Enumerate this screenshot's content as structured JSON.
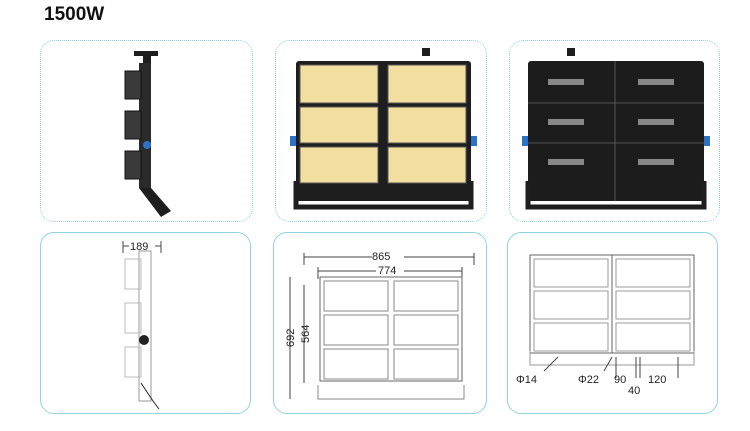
{
  "title": "1500W",
  "dimensions": {
    "side_depth": "189",
    "overall_width": "865",
    "inner_width": "774",
    "overall_height": "692",
    "inner_height": "564",
    "hole_small": "Φ14",
    "hole_large": "Φ22",
    "d90": "90",
    "d40": "40",
    "d120": "120"
  },
  "colors": {
    "border": "#8ad2e0",
    "led_panel": "#f2dfa0",
    "housing": "#1e1e1e",
    "accent_knob": "#2e72c8"
  }
}
